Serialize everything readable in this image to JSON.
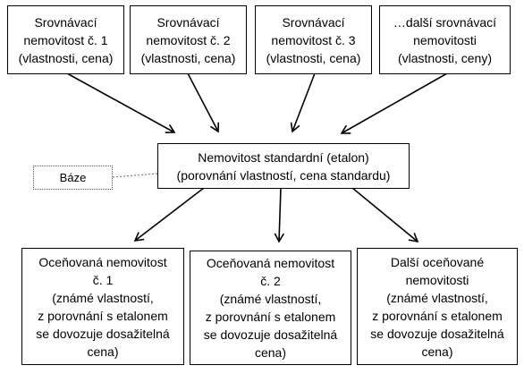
{
  "top_boxes": [
    {
      "lines": [
        "Srovnávací",
        "nemovitost č. 1",
        "(vlastnosti, cena)"
      ]
    },
    {
      "lines": [
        "Srovnávací",
        "nemovitost č. 2",
        "(vlastnosti, cena)"
      ]
    },
    {
      "lines": [
        "Srovnávací",
        "nemovitost č. 3",
        "(vlastnosti, cena)"
      ]
    },
    {
      "lines": [
        "…další srovnávací",
        "nemovitosti",
        "(vlastnosti, ceny)"
      ]
    }
  ],
  "center_box": {
    "lines": [
      "Nemovitost standardní (etalon)",
      "(porovnání vlastností, cena standardu)"
    ]
  },
  "baze_label": "Báze",
  "bottom_boxes": [
    {
      "lines": [
        "Oceňovaná nemovitost",
        "č. 1",
        "(známé vlastností,",
        "z porovnání s etalonem",
        "se dovozuje dosažitelná",
        "cena)"
      ]
    },
    {
      "lines": [
        "Oceňovaná nemovitost",
        "č. 2",
        "(známé vlastností,",
        "z porovnání s etalonem",
        "se dovozuje dosažitelná",
        "cena)"
      ]
    },
    {
      "lines": [
        "Další oceňované",
        "nemovitosti",
        "(známé vlastností,",
        "z porovnání s etalonem",
        "se dovozuje dosažitelná",
        "cena)"
      ]
    }
  ]
}
